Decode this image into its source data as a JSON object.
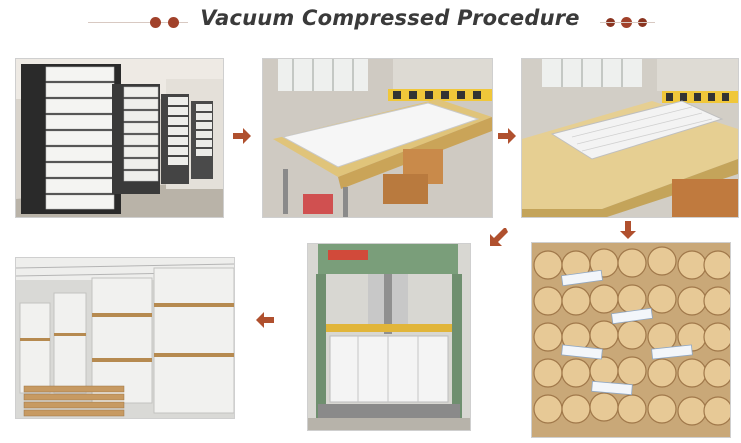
{
  "header": {
    "title": "Vacuum Compressed Procedure"
  },
  "colors": {
    "accent": "#a1412a",
    "arrow": "#b0502e",
    "rule": "#d8c9c2",
    "title_text": "#3a3a3a"
  },
  "steps": [
    {
      "icon": "stacked-mattresses-photo"
    },
    {
      "icon": "mattress-on-sealing-table-photo"
    },
    {
      "icon": "vacuum-sealed-mattress-photo"
    },
    {
      "icon": "rolled-mattress-tubes-photo"
    },
    {
      "icon": "hydraulic-compress-machine-photo"
    },
    {
      "icon": "wrapped-bales-warehouse-photo"
    }
  ],
  "arrows": [
    "arrow-right-icon",
    "arrow-right-icon",
    "arrow-down-icon",
    "arrow-down-left-icon",
    "arrow-left-icon"
  ]
}
